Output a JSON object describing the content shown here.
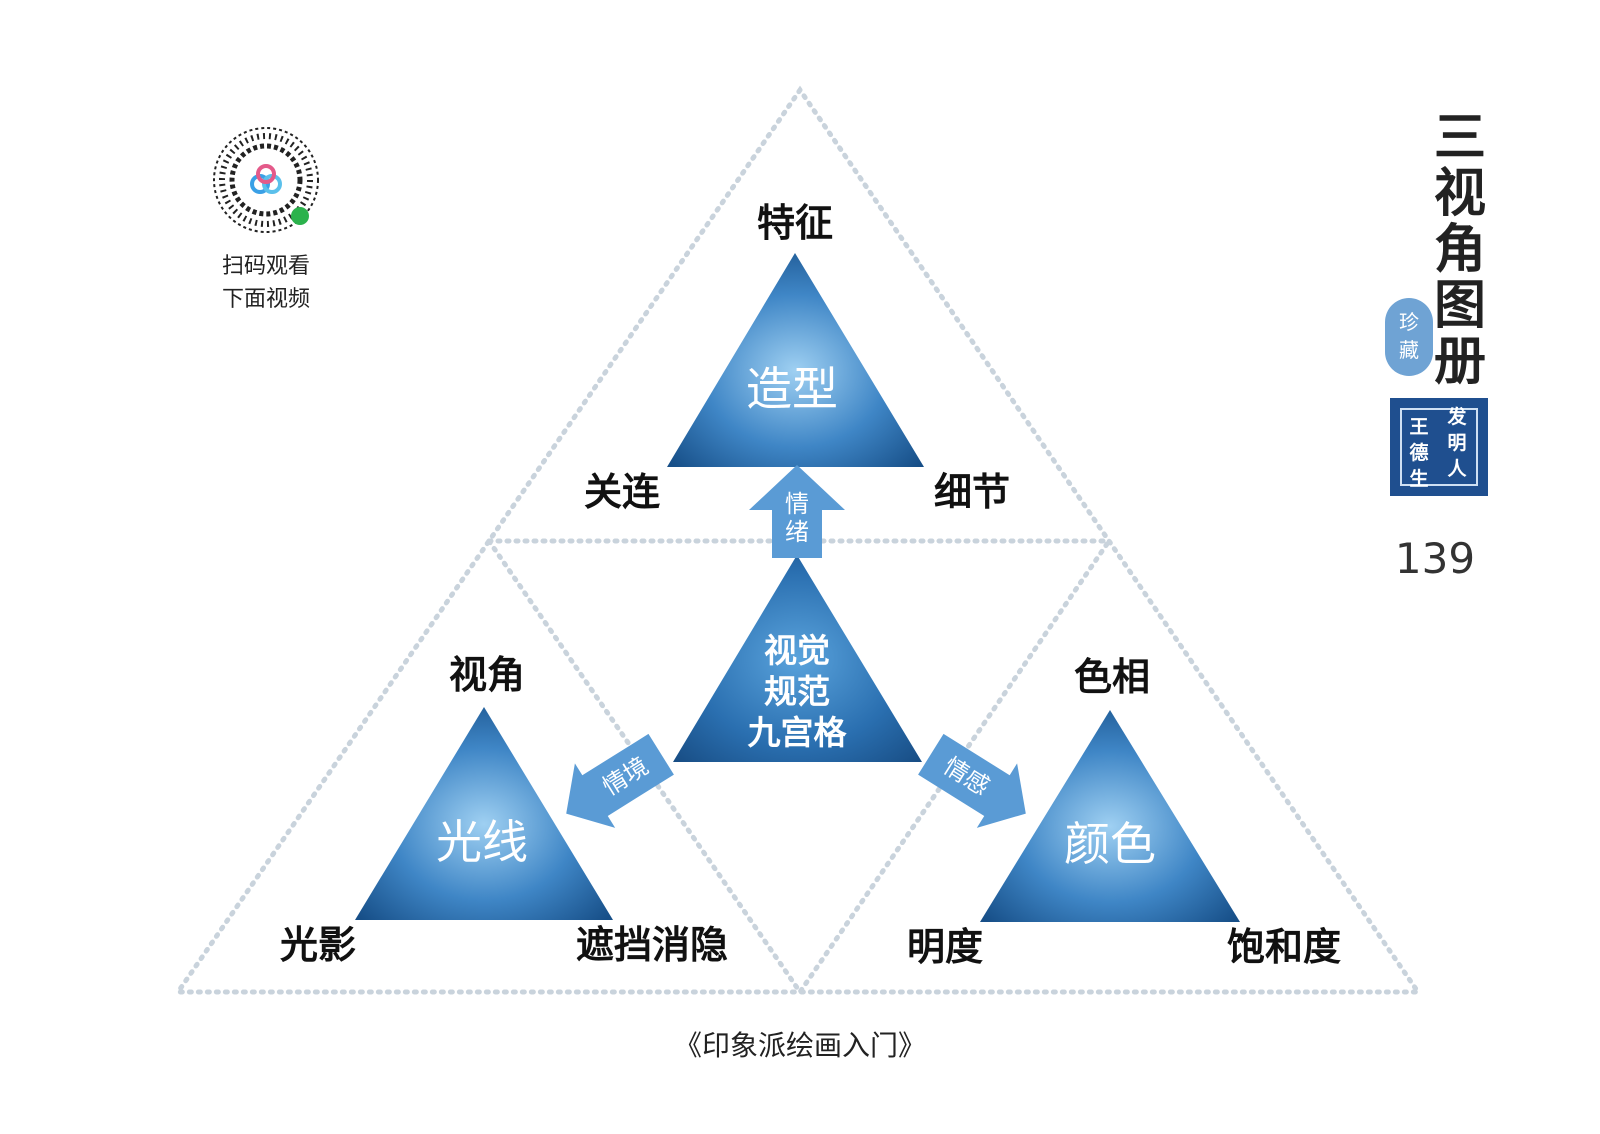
{
  "qr": {
    "caption_line1": "扫码观看",
    "caption_line2": "下面视频",
    "icon": "qr-code-icon"
  },
  "sidebar": {
    "title_chars": [
      "三",
      "视",
      "角",
      "图",
      "册"
    ],
    "seal_chars": [
      "珍",
      "藏"
    ],
    "stamp_right": [
      "发",
      "明",
      "人"
    ],
    "stamp_left": [
      "王",
      "德",
      "生"
    ],
    "page_number": "139"
  },
  "diagram": {
    "top": {
      "title": "造型",
      "top_label": "特征",
      "left_label": "关连",
      "right_label": "细节"
    },
    "left": {
      "title": "光线",
      "top_label": "视角",
      "left_label": "光影",
      "right_label": "遮挡消隐"
    },
    "right": {
      "title": "颜色",
      "top_label": "色相",
      "left_label": "明度",
      "right_label": "饱和度"
    },
    "center": {
      "line1": "视觉",
      "line2": "规范",
      "line3": "九宫格"
    },
    "arrows": {
      "up_char1": "情",
      "up_char2": "绪",
      "left": "情境",
      "right": "情感"
    },
    "colors": {
      "triangle_light": "#8fc3ea",
      "triangle_dark": "#1b5a95",
      "arrow": "#5a9bd5",
      "dots": "#c9d3dc"
    }
  },
  "caption": "《印象派绘画入门》"
}
